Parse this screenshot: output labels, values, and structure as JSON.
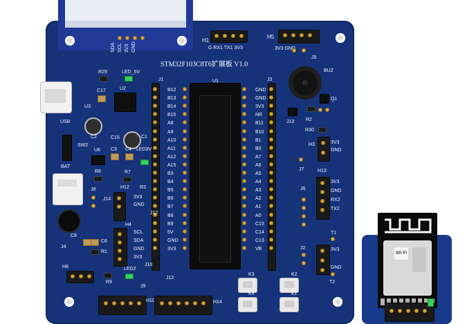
{
  "labels": {
    "title": "STM32F103C8T6扩展板 V1.0",
    "lcd_pins": [
      "SDA",
      "SCL",
      "3V3",
      "GND"
    ],
    "h1": "H1",
    "h1_pins": "G  RX1 TX1 3V3",
    "h5": "H5",
    "h5_pins": "3V3         GND",
    "j5": "J5",
    "buz": "BUZ",
    "q1": "Q1",
    "r2": "R2",
    "r30": "R30",
    "j13": "J13",
    "h3": "H3",
    "h3_3v3": "3V3",
    "h3_gnd": "GND",
    "j7": "J7",
    "h13": "H13",
    "h13_pins": [
      "3V3",
      "GND",
      "RX2",
      "TX2"
    ],
    "j6": "J6",
    "t1": "T1",
    "j2": "J2",
    "h2_3v3": "3V3",
    "h2_gnd": "GND",
    "t2": "T2",
    "j3": "J3",
    "j1": "J1",
    "u1": "U1",
    "r29": "R29",
    "led5v": "LED_5V",
    "c17": "C17",
    "u2": "U2",
    "u3": "U3",
    "c2": "C2",
    "c1": "C1",
    "c15": "C15",
    "usb": "USB",
    "sw2": "SW2",
    "bat": "BAT",
    "u6": "U6",
    "c3": "C3",
    "c4": "C4",
    "led3v": "LED3V",
    "r8": "R8",
    "r7": "R7",
    "r3": "R3",
    "j8": "J8",
    "h12": "H12",
    "h12_3v3": "3V3",
    "h12_gnd": "GND",
    "j14": "J14",
    "j12": "J12",
    "h4": "H4",
    "h4_pins": [
      "SCL",
      "SDA",
      "GND",
      "3V3"
    ],
    "c8": "C8",
    "c6": "C6",
    "j4": "J4",
    "r1": "R1",
    "h6": "H6",
    "r9": "R9",
    "led2": "LED2",
    "j10": "J10",
    "j9": "J9",
    "h10": "H10",
    "j12b": "J12",
    "h14": "H14",
    "k3": "K3",
    "k2": "K2",
    "k4": "K4",
    "k1": "K1",
    "j1_pins": [
      "B12",
      "B13",
      "B14",
      "B15",
      "A8",
      "A9",
      "A10",
      "A11",
      "A12",
      "A15",
      "B3",
      "B4",
      "B5",
      "B6",
      "B7",
      "B8",
      "B9",
      "5V",
      "GND",
      "3V3"
    ],
    "j3_pins": [
      "GND",
      "GND",
      "3V3",
      "NR",
      "B11",
      "B10",
      "B1",
      "B0",
      "A7",
      "A6",
      "A5",
      "A4",
      "A3",
      "A2",
      "A1",
      "A0",
      "C15",
      "C14",
      "C13",
      "VB"
    ]
  }
}
